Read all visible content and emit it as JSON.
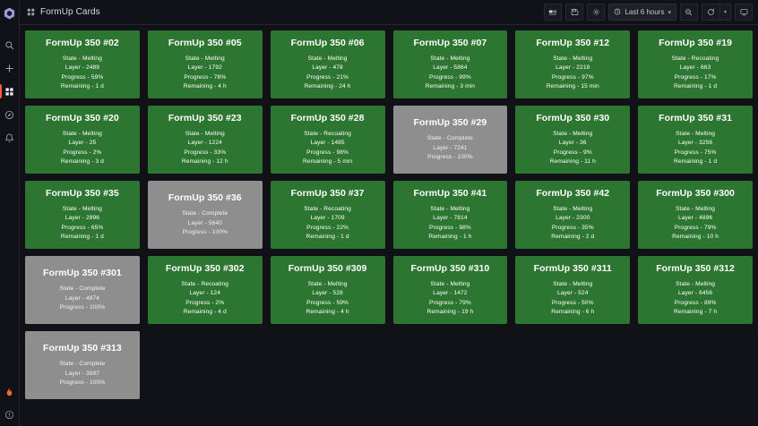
{
  "sidebar": {
    "brand_name": "grafana-logo",
    "items": [
      {
        "name": "search-icon",
        "label": "Search"
      },
      {
        "name": "plus-icon",
        "label": "Create"
      },
      {
        "name": "dashboards-icon",
        "label": "Dashboards",
        "active": true
      },
      {
        "name": "explore-icon",
        "label": "Explore"
      },
      {
        "name": "alerting-icon",
        "label": "Alerting"
      }
    ],
    "bottom_items": [
      {
        "name": "flame-icon",
        "label": "Profile"
      },
      {
        "name": "help-icon",
        "label": "Help"
      }
    ]
  },
  "header": {
    "title": "FormUp Cards",
    "grid_icon": "dashboard-grid-icon",
    "toolbar": {
      "add_panel_label": "Add panel",
      "save_label": "Save dashboard",
      "settings_label": "Dashboard settings",
      "zoom_out_label": "Zoom out time range",
      "refresh_label": "Refresh dashboard",
      "refresh_interval_label": "Auto refresh interval",
      "tv_label": "Cycle view mode",
      "time_range": "Last 6 hours",
      "time_caret": "▾",
      "refresh_caret": "▾"
    }
  },
  "labels": {
    "state": "State",
    "layer": "Layer",
    "progress": "Progress",
    "remaining": "Remaining",
    "separator": " - "
  },
  "colors": {
    "running": "#2d7631",
    "complete": "#8e8e8e",
    "background": "#111217",
    "accent": "#f55f3e"
  },
  "cards": [
    {
      "title": "FormUp 350 #02",
      "status": "running",
      "lines": [
        "State - Melting",
        "Layer - 2489",
        "Progress - 59%",
        "Remaining - 1 d"
      ]
    },
    {
      "title": "FormUp 350 #05",
      "status": "running",
      "lines": [
        "State - Melting",
        "Layer - 1792",
        "Progress - 78%",
        "Remaining - 4 h"
      ]
    },
    {
      "title": "FormUp 350 #06",
      "status": "running",
      "lines": [
        "State - Melting",
        "Layer - 478",
        "Progress - 21%",
        "Remaining - 24 h"
      ]
    },
    {
      "title": "FormUp 350 #07",
      "status": "running",
      "lines": [
        "State - Melting",
        "Layer - 5864",
        "Progress - 99%",
        "Remaining - 3 min"
      ]
    },
    {
      "title": "FormUp 350 #12",
      "status": "running",
      "lines": [
        "State - Melting",
        "Layer - 2218",
        "Progress - 97%",
        "Remaining - 15 min"
      ]
    },
    {
      "title": "FormUp 350 #19",
      "status": "running",
      "lines": [
        "State - Recoating",
        "Layer - 663",
        "Progress - 17%",
        "Remaining - 1 d"
      ]
    },
    {
      "title": "FormUp 350 #20",
      "status": "running",
      "lines": [
        "State - Melting",
        "Layer - 25",
        "Progress - 2%",
        "Remaining - 3 d"
      ]
    },
    {
      "title": "FormUp 350 #23",
      "status": "running",
      "lines": [
        "State - Melting",
        "Layer - 1224",
        "Progress - 33%",
        "Remaining - 12 h"
      ]
    },
    {
      "title": "FormUp 350 #28",
      "status": "running",
      "lines": [
        "State - Recoating",
        "Layer - 1485",
        "Progress - 98%",
        "Remaining - 5 min"
      ]
    },
    {
      "title": "FormUp 350 #29",
      "status": "complete",
      "lines": [
        "State - Complete",
        "Layer - 7241",
        "Progress - 100%"
      ]
    },
    {
      "title": "FormUp 350 #30",
      "status": "running",
      "lines": [
        "State - Melting",
        "Layer - 36",
        "Progress - 9%",
        "Remaining - 11 h"
      ]
    },
    {
      "title": "FormUp 350 #31",
      "status": "running",
      "lines": [
        "State - Melting",
        "Layer - 3256",
        "Progress - 75%",
        "Remaining - 1 d"
      ]
    },
    {
      "title": "FormUp 350 #35",
      "status": "running",
      "lines": [
        "State - Melting",
        "Layer - 2896",
        "Progress - 65%",
        "Remaining - 1 d"
      ]
    },
    {
      "title": "FormUp 350 #36",
      "status": "complete",
      "lines": [
        "State - Complete",
        "Layer - 5640",
        "Progress - 100%"
      ]
    },
    {
      "title": "FormUp 350 #37",
      "status": "running",
      "lines": [
        "State - Recoating",
        "Layer - 1709",
        "Progress - 22%",
        "Remaining - 1 d"
      ]
    },
    {
      "title": "FormUp 350 #41",
      "status": "running",
      "lines": [
        "State - Melting",
        "Layer - 7814",
        "Progress - 98%",
        "Remaining - 1 h"
      ]
    },
    {
      "title": "FormUp 350 #42",
      "status": "running",
      "lines": [
        "State - Melting",
        "Layer - 2300",
        "Progress - 35%",
        "Remaining - 2 d"
      ]
    },
    {
      "title": "FormUp 350 #300",
      "status": "running",
      "lines": [
        "State - Melting",
        "Layer - 4896",
        "Progress - 79%",
        "Remaining - 10 h"
      ]
    },
    {
      "title": "FormUp 350 #301",
      "status": "complete",
      "lines": [
        "State - Complete",
        "Layer - 4874",
        "Progress - 100%"
      ]
    },
    {
      "title": "FormUp 350 #302",
      "status": "running",
      "lines": [
        "State - Recoating",
        "Layer - 124",
        "Progress - 2%",
        "Remaining - 4 d"
      ]
    },
    {
      "title": "FormUp 350 #309",
      "status": "running",
      "lines": [
        "State - Melting",
        "Layer - 528",
        "Progress - 59%",
        "Remaining - 4 h"
      ]
    },
    {
      "title": "FormUp 350 #310",
      "status": "running",
      "lines": [
        "State - Melting",
        "Layer - 1472",
        "Progress - 79%",
        "Remaining - 19 h"
      ]
    },
    {
      "title": "FormUp 350 #311",
      "status": "running",
      "lines": [
        "State - Melting",
        "Layer - 524",
        "Progress - 50%",
        "Remaining - 6 h"
      ]
    },
    {
      "title": "FormUp 350 #312",
      "status": "running",
      "lines": [
        "State - Melting",
        "Layer - 6456",
        "Progress - 89%",
        "Remaining - 7 h"
      ]
    },
    {
      "title": "FormUp 350 #313",
      "status": "complete",
      "lines": [
        "State - Complete",
        "Layer - 3897",
        "Progress - 100%"
      ]
    }
  ]
}
